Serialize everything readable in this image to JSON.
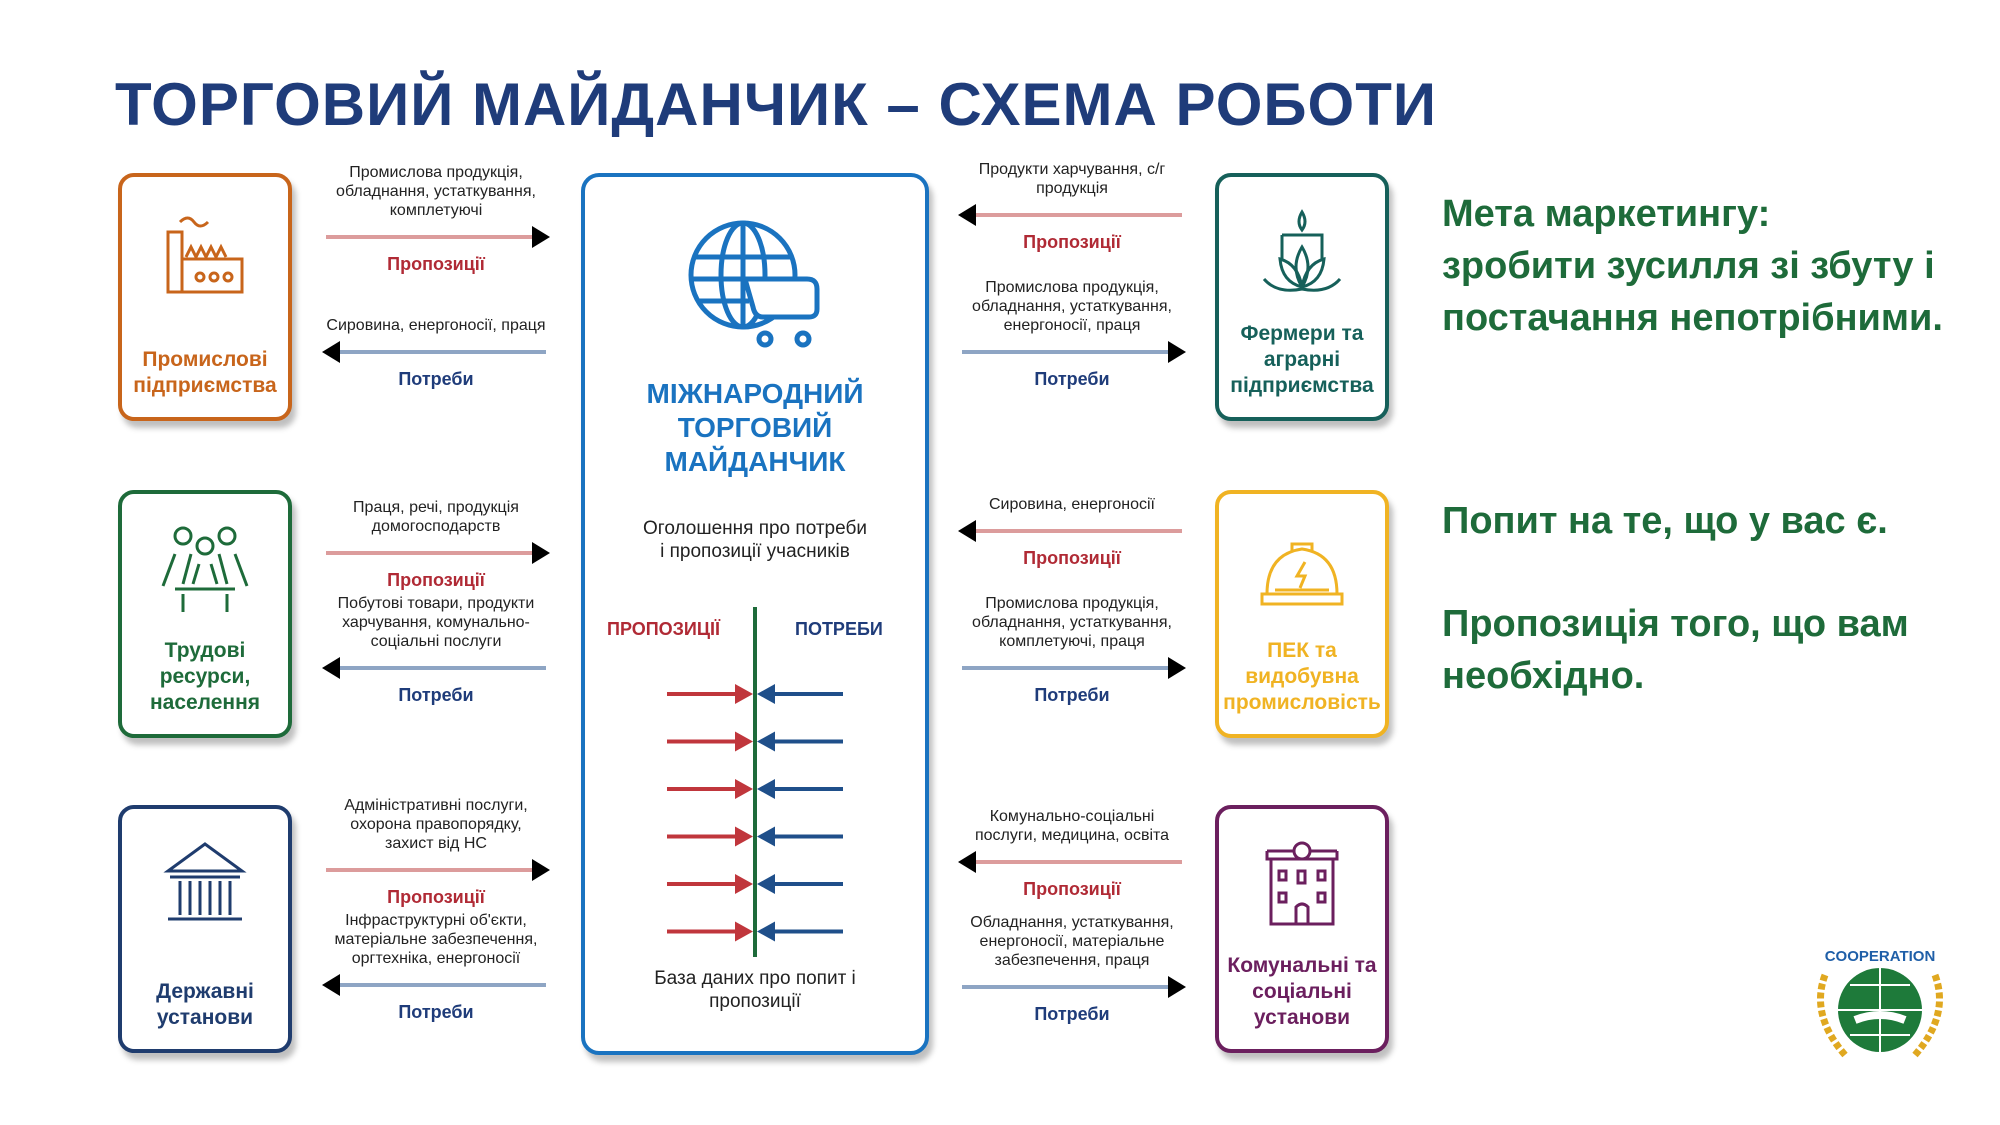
{
  "title": "ТОРГОВИЙ МАЙДАНЧИК – СХЕМА РОБОТИ",
  "hub": {
    "title": [
      "МІЖНАРОДНИЙ",
      "ТОРГОВИЙ",
      "МАЙДАНЧИК"
    ],
    "announce": "Оголошення про потреби і пропозиції учасників",
    "offers_label": "ПРОПОЗИЦІЇ",
    "needs_label": "ПОТРЕБИ",
    "database": "База даних про попит і пропозиції",
    "arrow_pairs": 6
  },
  "left": [
    {
      "entity": "Промислові підприємства",
      "color": "#c8651b",
      "icon": "factory-icon",
      "offer_text": "Промислова продукція, обладнання, устаткування, комплетуючі",
      "offer_label": "Пропозиції",
      "need_text": "Сировина, енергоносії, праця",
      "need_label": "Потреби"
    },
    {
      "entity": "Трудові ресурси, населення",
      "color": "#1e6b3a",
      "icon": "people-icon",
      "offer_text": "Праця, речі, продукція домогосподарств",
      "offer_label": "Пропозиції",
      "need_text": "Побутові товари, продукти харчування, комунально-соціальні послуги",
      "need_label": "Потреби"
    },
    {
      "entity": "Державні установи",
      "color": "#1f3c6e",
      "icon": "government-building-icon",
      "offer_text": "Адміністративні послуги, охорона правопорядку, захист від НС",
      "offer_label": "Пропозиції",
      "need_text": "Інфраструктурні об'єкти, матеріальне забезпечення, оргтехніка, енергоносії",
      "need_label": "Потреби"
    }
  ],
  "right": [
    {
      "entity": "Фермери та аграрні підприємства",
      "color": "#16605a",
      "icon": "lotus-icon",
      "offer_text": "Продукти харчування, с/г продукція",
      "offer_label": "Пропозиції",
      "need_text": "Промислова продукція, обладнання, устаткування, енергоносії, праця",
      "need_label": "Потреби"
    },
    {
      "entity": "ПЕК та видобувна промисловість",
      "color": "#f0b323",
      "icon": "hardhat-icon",
      "offer_text": "Сировина, енергоносії",
      "offer_label": "Пропозиції",
      "need_text": "Промислова продукція, обладнання, устаткування, комплетуючі, праця",
      "need_label": "Потреби"
    },
    {
      "entity": "Комунальні та соціальні установи",
      "color": "#6b1f5e",
      "icon": "municipal-building-icon",
      "offer_text": "Комунально-соціальні послуги, медицина, освіта",
      "offer_label": "Пропозиції",
      "need_text": "Обладнання, устаткування, енергоносії, матеріальне забезпечення,  праця",
      "need_label": "Потреби"
    }
  ],
  "side": {
    "goal_title": "Мета маркетингу:",
    "goal_text": "зробити зусилля зі збуту і постачання непотрібними.",
    "demand": "Попит на те, що у вас є.",
    "supply": "Пропозиція того, що вам необхідно."
  },
  "logo": {
    "text": "COOPERATION"
  }
}
